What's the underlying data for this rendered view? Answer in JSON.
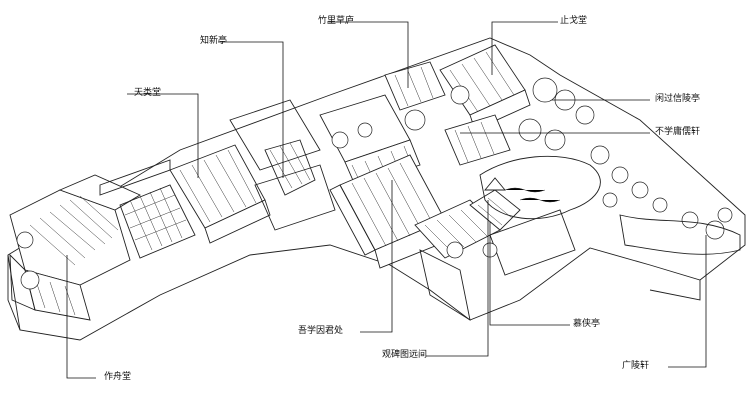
{
  "labels": {
    "zhu_li_cao_lu": "竹里草庐",
    "zhi_ge_tang": "止戈堂",
    "zhi_xin_ting": "知新亭",
    "tian_lei_tang": "天类堂",
    "xian_guo_xin_ling_ting": "闲过信陵亭",
    "bu_xue_yong_ru_xuan": "不学庸儒轩",
    "wu_xue_yin_jun_chu": "吾学因君处",
    "gui_xia_ting": "慕侠亭",
    "yan_bei_tu_yuan_jian": "观碑图远间",
    "guang_ling_xuan": "广陵轩",
    "zuo_zhou_tang": "作舟堂"
  }
}
